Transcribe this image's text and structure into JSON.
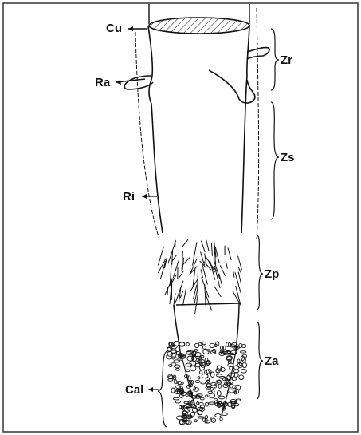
{
  "figure": {
    "labels": {
      "cu": "Cu",
      "ra": "Ra",
      "ri": "Ri",
      "cal": "Cal",
      "zr": "Zr",
      "zs": "Zs",
      "zp": "Zp",
      "za": "Za"
    },
    "colors": {
      "ink": "#111111",
      "border": "#333333",
      "background": "#ffffff"
    }
  }
}
